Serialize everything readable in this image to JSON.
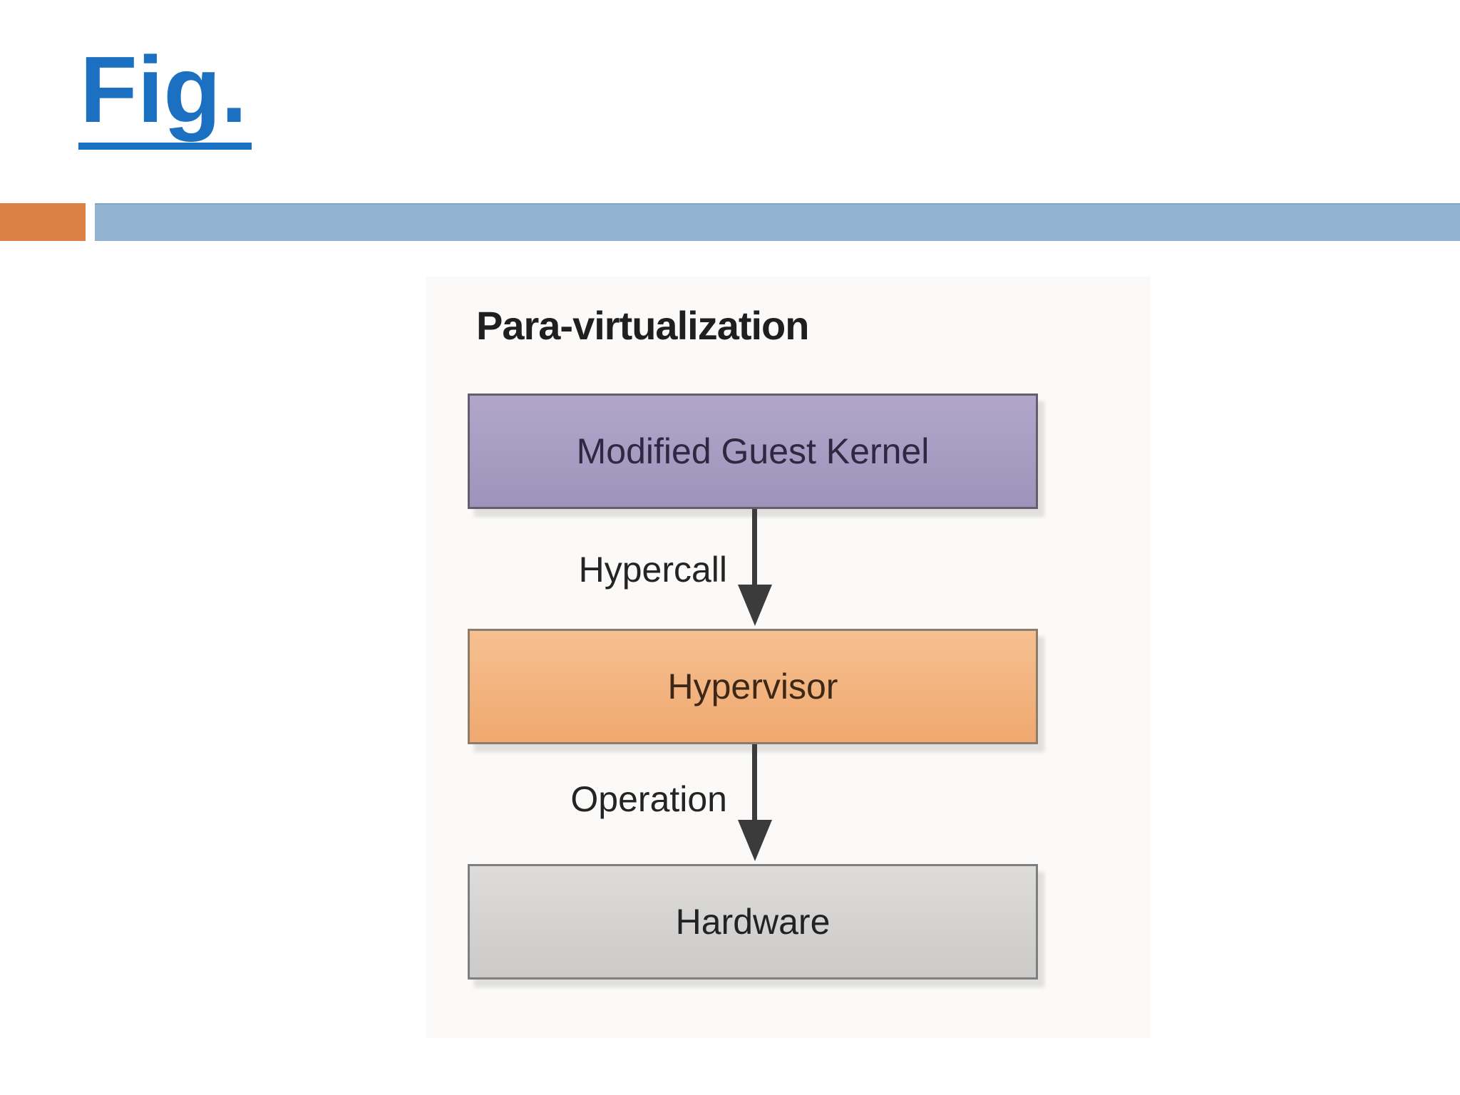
{
  "slide": {
    "title": "Fig.",
    "title_color": "#1B70C1",
    "accent_bar": {
      "orange_color": "#DC8045",
      "blue_color": "#93B3D3"
    },
    "background_color": "#FFFFFF"
  },
  "diagram": {
    "title": "Para-virtualization",
    "boxes": [
      {
        "id": "modified-guest-kernel",
        "label": "Modified Guest Kernel",
        "fill_color": "#A89DC4",
        "text_color": "#2E2840"
      },
      {
        "id": "hypervisor",
        "label": "Hypervisor",
        "fill_color": "#F3B483",
        "text_color": "#3D2817"
      },
      {
        "id": "hardware",
        "label": "Hardware",
        "fill_color": "#D4D3D1",
        "text_color": "#222222"
      }
    ],
    "arrows": [
      {
        "label": "Hypercall",
        "from": "modified-guest-kernel",
        "to": "hypervisor",
        "direction": "down"
      },
      {
        "label": "Operation",
        "from": "hypervisor",
        "to": "hardware",
        "direction": "down"
      }
    ],
    "arrow_color": "#3B3B3B"
  }
}
